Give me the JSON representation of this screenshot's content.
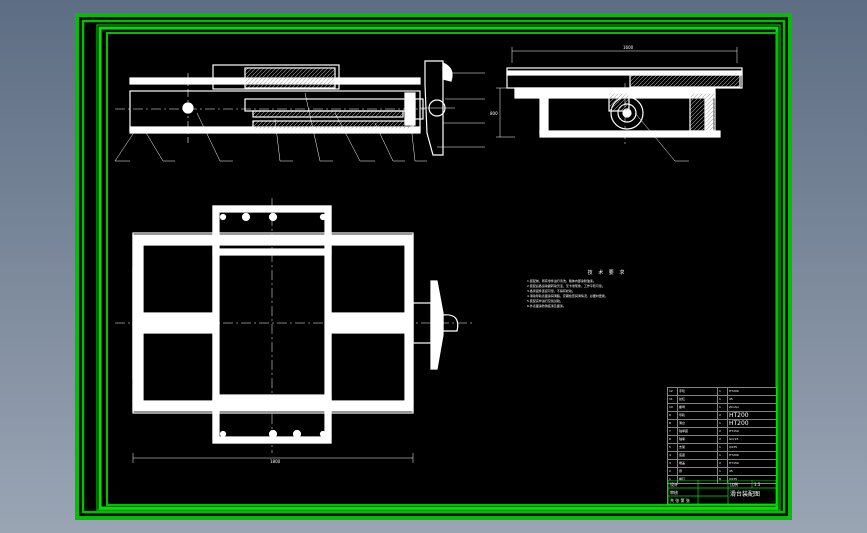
{
  "colors": {
    "frame_outer": "#00c000",
    "frame_inner": "#00e000",
    "background": "#000000",
    "lines": "#ffffff",
    "hatch": "#a8a8a8"
  },
  "dimensions": {
    "top_view_width": "1600",
    "plan_view_width": "1800",
    "side_view_height": "800"
  },
  "tech_notes": {
    "title": "技 术 要 求",
    "lines": [
      "1.装配前，所有零件进行清洗，箱体内部涂耐油漆。",
      "2.装配后各运动副转动灵活，无卡滞现象，工作平稳可靠。",
      "3.各紧固件连接可靠，不得有松动。",
      "4.滑动导轨表面涂润滑脂，定期检查润滑情况，必要时更换。",
      "5.装配完毕进行空载试验。",
      "6.外表面涂防锈底漆及面漆。"
    ]
  },
  "parts_table": {
    "rows": [
      {
        "no": "12",
        "name": "手轮",
        "qty": "1",
        "mat": "HT200"
      },
      {
        "no": "11",
        "name": "丝杠",
        "qty": "1",
        "mat": "45"
      },
      {
        "no": "10",
        "name": "螺母",
        "qty": "1",
        "mat": "ZCuSn"
      },
      {
        "no": "9",
        "name": "导轨",
        "qty": "2",
        "mat": "HT200"
      },
      {
        "no": "8",
        "name": "滑台",
        "qty": "1",
        "mat": "HT200"
      },
      {
        "no": "7",
        "name": "轴承座",
        "qty": "2",
        "mat": "HT150"
      },
      {
        "no": "6",
        "name": "轴承",
        "qty": "2",
        "mat": "GCr15"
      },
      {
        "no": "5",
        "name": "支架",
        "qty": "1",
        "mat": "Q235"
      },
      {
        "no": "4",
        "name": "底座",
        "qty": "1",
        "mat": "HT200"
      },
      {
        "no": "3",
        "name": "端盖",
        "qty": "2",
        "mat": "HT150"
      },
      {
        "no": "2",
        "name": "键",
        "qty": "1",
        "mat": "45"
      },
      {
        "no": "1",
        "name": "螺钉",
        "qty": "8",
        "mat": "Q235"
      }
    ]
  },
  "title_block": {
    "drawing_title": "滑台装配图",
    "scale_label": "比例",
    "scale_value": "1:5",
    "sheet_label": "共 张 第 张",
    "designer_label": "设计",
    "checker_label": "审核"
  }
}
